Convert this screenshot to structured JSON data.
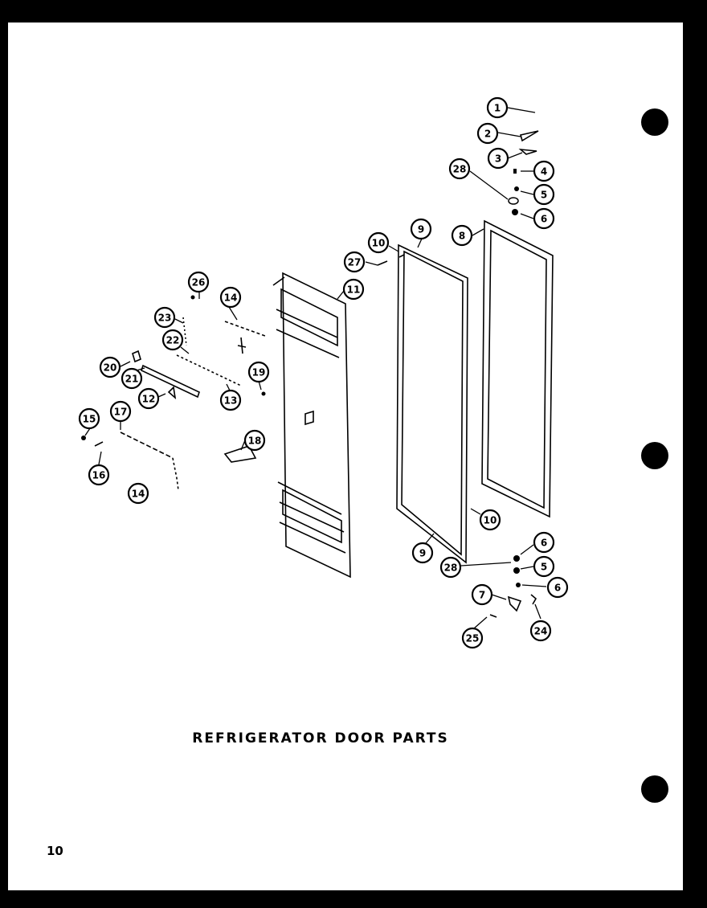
{
  "title": "REFRIGERATOR DOOR PARTS",
  "page_number": "10",
  "callouts": [
    {
      "id": "1",
      "label": "1"
    },
    {
      "id": "2",
      "label": "2"
    },
    {
      "id": "3",
      "label": "3"
    },
    {
      "id": "4",
      "label": "4"
    },
    {
      "id": "28a",
      "label": "28"
    },
    {
      "id": "5a",
      "label": "5"
    },
    {
      "id": "6a",
      "label": "6"
    },
    {
      "id": "8",
      "label": "8"
    },
    {
      "id": "9a",
      "label": "9"
    },
    {
      "id": "10a",
      "label": "10"
    },
    {
      "id": "27",
      "label": "27"
    },
    {
      "id": "11",
      "label": "11"
    },
    {
      "id": "26",
      "label": "26"
    },
    {
      "id": "14a",
      "label": "14"
    },
    {
      "id": "23",
      "label": "23"
    },
    {
      "id": "22",
      "label": "22"
    },
    {
      "id": "19",
      "label": "19"
    },
    {
      "id": "20",
      "label": "20"
    },
    {
      "id": "21",
      "label": "21"
    },
    {
      "id": "12",
      "label": "12"
    },
    {
      "id": "13",
      "label": "13"
    },
    {
      "id": "15",
      "label": "15"
    },
    {
      "id": "17",
      "label": "17"
    },
    {
      "id": "18",
      "label": "18"
    },
    {
      "id": "16",
      "label": "16"
    },
    {
      "id": "14b",
      "label": "14"
    },
    {
      "id": "10b",
      "label": "10"
    },
    {
      "id": "6b",
      "label": "6"
    },
    {
      "id": "9b",
      "label": "9"
    },
    {
      "id": "28b",
      "label": "28"
    },
    {
      "id": "5b",
      "label": "5"
    },
    {
      "id": "6c",
      "label": "6"
    },
    {
      "id": "7",
      "label": "7"
    },
    {
      "id": "25",
      "label": "25"
    },
    {
      "id": "24",
      "label": "24"
    }
  ]
}
